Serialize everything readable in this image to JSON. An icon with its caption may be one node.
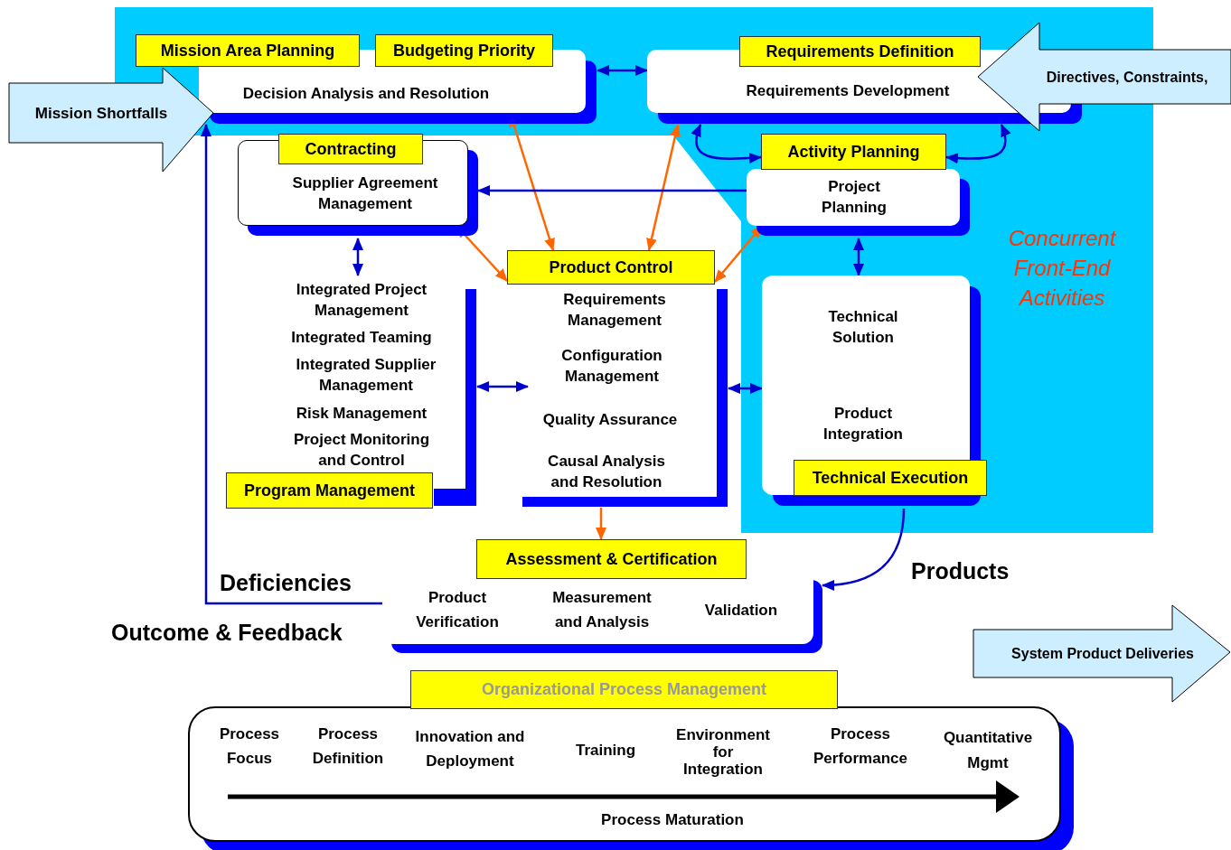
{
  "diagram": {
    "nodes": [
      {
        "text": [
          "Concurrent Front-End Activities"
        ]
      },
      {
        "text": [
          "Mission Shortfalls"
        ]
      },
      {
        "text": [
          "Mission Area Planning",
          "Budgeting Priority",
          "Decision Analysis and Resolution"
        ],
        "in": 0
      },
      {
        "text": [
          "Requirements Definition",
          "Requirements Development"
        ],
        "in": 0
      },
      {
        "text": [
          "Directives, Constraints,"
        ]
      },
      {
        "text": [
          "Contracting",
          "Supplier Agreement Management"
        ]
      },
      {
        "text": [
          "Activity Planning",
          "Project Planning"
        ],
        "in": 0
      },
      {
        "text": [
          "Integrated Project Management",
          "Integrated Teaming",
          "Integrated Supplier Management",
          "Risk Management",
          "Project Monitoring and Control",
          "Program Management"
        ]
      },
      {
        "text": [
          "Product Control",
          "Requirements Management",
          "Configuration Management",
          "Quality Assurance",
          "Causal Analysis and Resolution"
        ]
      },
      {
        "text": [
          "Technical Solution",
          "Product Integration",
          "Technical Execution"
        ],
        "in": 0
      },
      {
        "text": [
          "Assessment & Certification",
          "Product Verification",
          "Measurement and Analysis",
          "Validation"
        ]
      },
      {
        "text": [
          "System Product Deliveries"
        ]
      },
      {
        "text": [
          "Organizational Process Management",
          "Process Focus",
          "Process Definition",
          "Innovation and Deployment",
          "Training",
          "Environment for Integration",
          "Process Performance",
          "Quantitative Mgmt",
          "Process Maturation"
        ]
      }
    ],
    "edges": [
      {
        "from": 2,
        "to": 3,
        "arrow": "both"
      },
      {
        "from": 2,
        "to": 8,
        "arrow": "both",
        "color": "#ff6600"
      },
      {
        "from": 3,
        "to": 8,
        "arrow": "both",
        "color": "#ff6600"
      },
      {
        "from": 3,
        "to": 6,
        "arrow": "both"
      },
      {
        "from": 3,
        "to": 6,
        "arrow": "both"
      },
      {
        "from": 6,
        "to": 5,
        "arrow": "to"
      },
      {
        "from": 5,
        "to": 8,
        "arrow": "both",
        "color": "#ff6600"
      },
      {
        "from": 6,
        "to": 8,
        "arrow": "both",
        "color": "#ff6600"
      },
      {
        "from": 5,
        "to": 7,
        "arrow": "both"
      },
      {
        "from": 6,
        "to": 9,
        "arrow": "both"
      },
      {
        "from": 7,
        "to": 8,
        "arrow": "both"
      },
      {
        "from": 8,
        "to": 9,
        "arrow": "both"
      },
      {
        "from": 8,
        "to": 10,
        "arrow": "to",
        "color": "#ff6600"
      },
      {
        "from": 9,
        "to": 10,
        "arrow": "to",
        "label": "Products"
      },
      {
        "from": 10,
        "to": 2,
        "arrow": "to",
        "label": "Deficiencies"
      }
    ],
    "labels": [
      "Outcome & Feedback"
    ]
  }
}
